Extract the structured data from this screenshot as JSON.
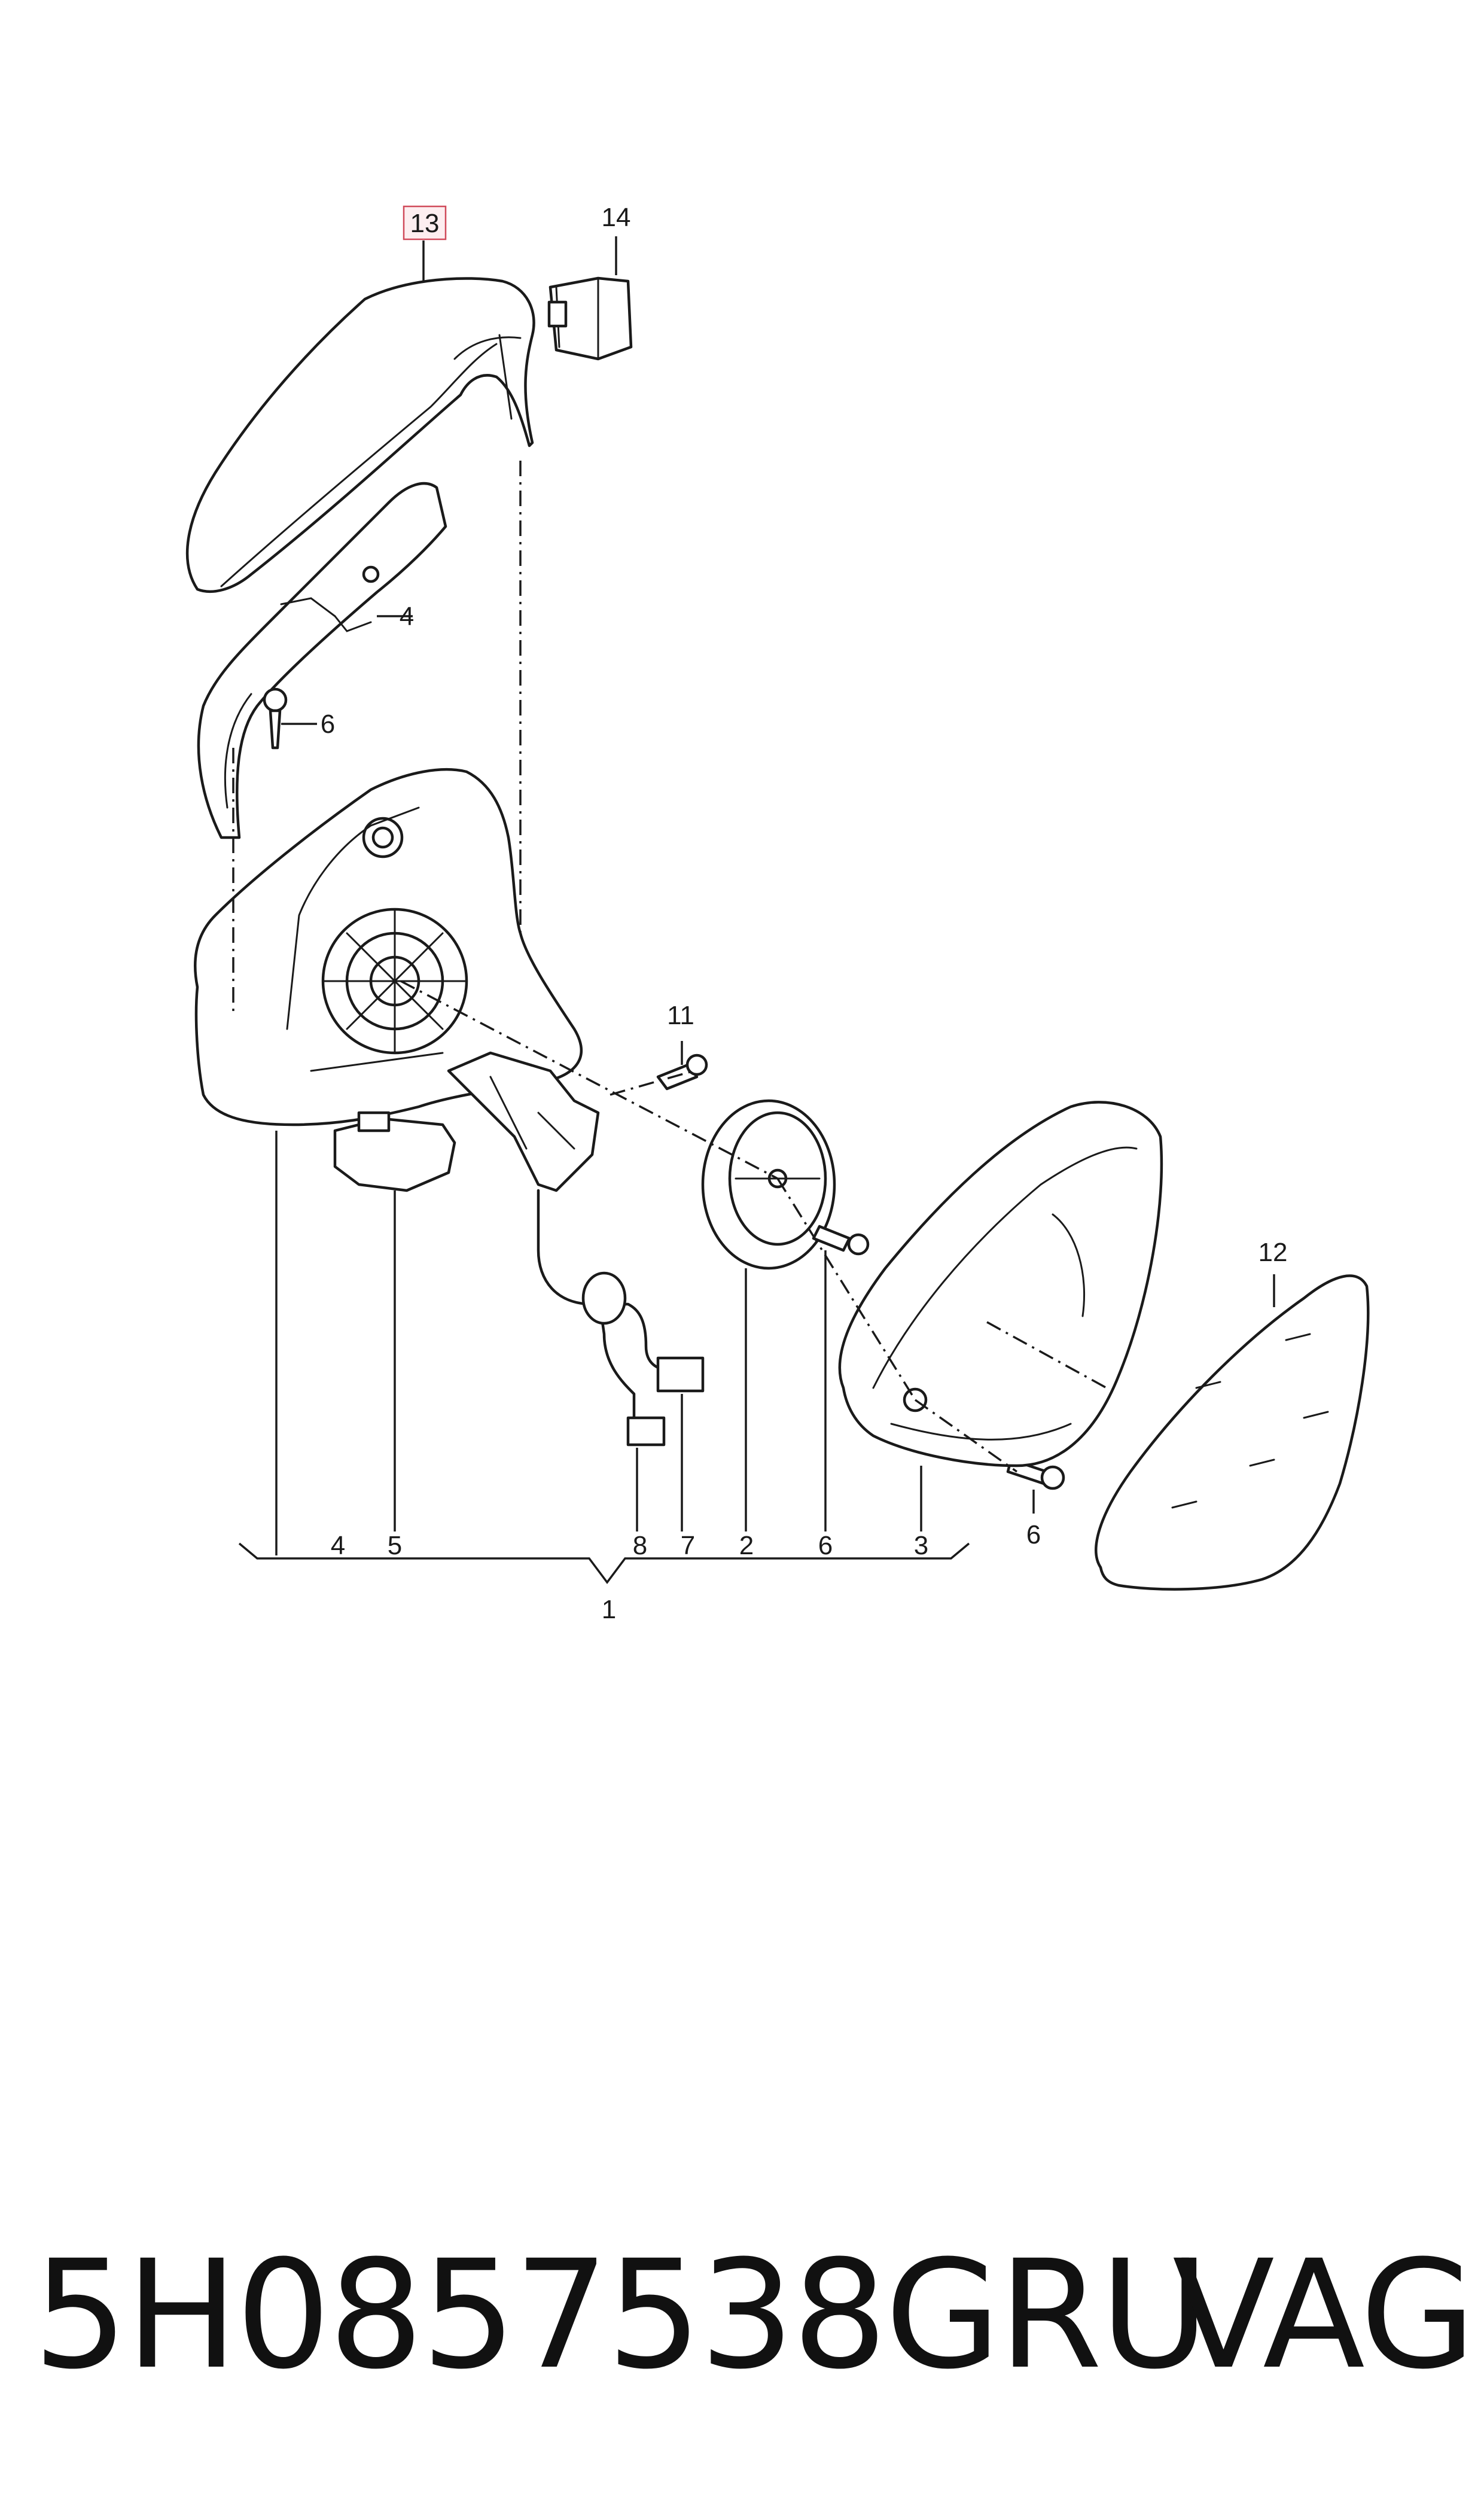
{
  "callouts": {
    "c1": "1",
    "c2": "2",
    "c3": "3",
    "c4a": "4",
    "c4b": "4",
    "c5": "5",
    "c6a": "6",
    "c6b": "6",
    "c6c": "6",
    "c7": "7",
    "c8": "8",
    "c11": "11",
    "c12": "12",
    "c13": "13",
    "c14": "14"
  },
  "highlighted_callout": "13",
  "highlight_color": "#d04a5a",
  "part_number": "5H0857538GRU",
  "brand": "VAG"
}
